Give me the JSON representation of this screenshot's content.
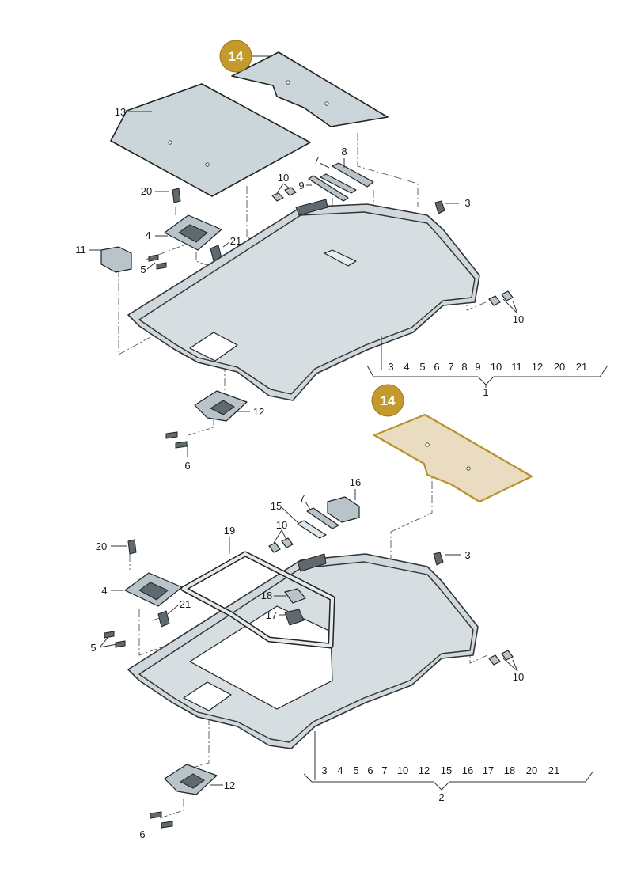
{
  "highlight": {
    "part_number": "14",
    "badge_color": "#c49a2c",
    "fill_color": "#e9dcc0"
  },
  "assembly_1": {
    "callouts": {
      "c14": "14",
      "c13": "13",
      "c8": "8",
      "c7": "7",
      "c9": "9",
      "c10a": "10",
      "c20": "20",
      "c3": "3",
      "c4": "4",
      "c21": "21",
      "c11": "11",
      "c5": "5",
      "c10b": "10",
      "c12": "12",
      "c6": "6"
    },
    "included_parts": [
      "3",
      "4",
      "5",
      "6",
      "7",
      "8",
      "9",
      "10",
      "11",
      "12",
      "20",
      "21"
    ],
    "assembly_number": "1"
  },
  "assembly_2": {
    "callouts": {
      "c14": "14",
      "c16": "16",
      "c15": "15",
      "c7": "7",
      "c10a": "10",
      "c19": "19",
      "c20": "20",
      "c3": "3",
      "c4": "4",
      "c18": "18",
      "c21": "21",
      "c17": "17",
      "c5": "5",
      "c10b": "10",
      "c12": "12",
      "c6": "6"
    },
    "included_parts": [
      "3",
      "4",
      "5",
      "6",
      "7",
      "10",
      "12",
      "15",
      "16",
      "17",
      "18",
      "20",
      "21"
    ],
    "assembly_number": "2"
  }
}
